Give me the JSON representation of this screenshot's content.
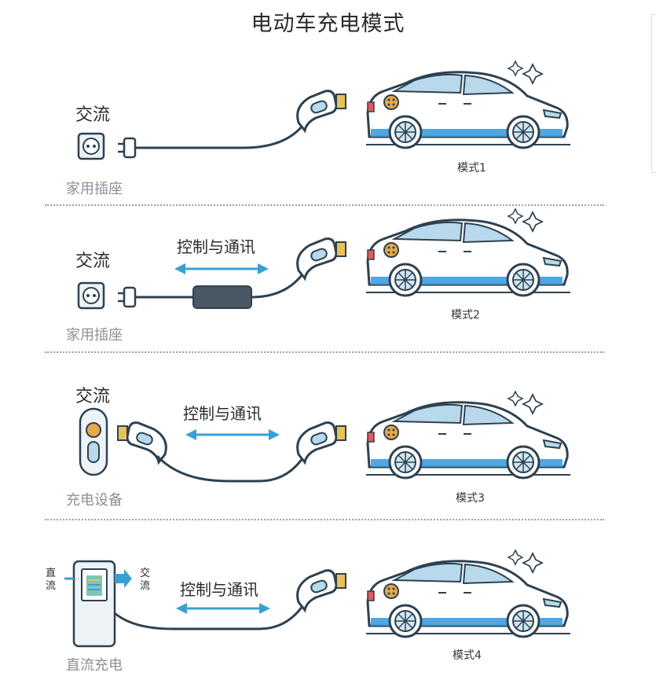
{
  "title": "电动车充电模式",
  "rows": [
    {
      "label": "交流",
      "source": "家用插座",
      "mode": "模式1"
    },
    {
      "label": "交流",
      "source": "家用插座",
      "mode": "模式2",
      "control": "控制与通讯"
    },
    {
      "label": "交流",
      "source": "充电设备",
      "mode": "模式3",
      "control": "控制与通讯"
    },
    {
      "source": "直流充电",
      "mode": "模式4",
      "control": "控制与通讯",
      "dc_label": "直流",
      "ac_label": "交流"
    }
  ],
  "colors": {
    "arrow": "#3aa0d4",
    "connector": "#e8c25a",
    "car_accent": "#3c9fe0",
    "outline": "#2e4150"
  }
}
